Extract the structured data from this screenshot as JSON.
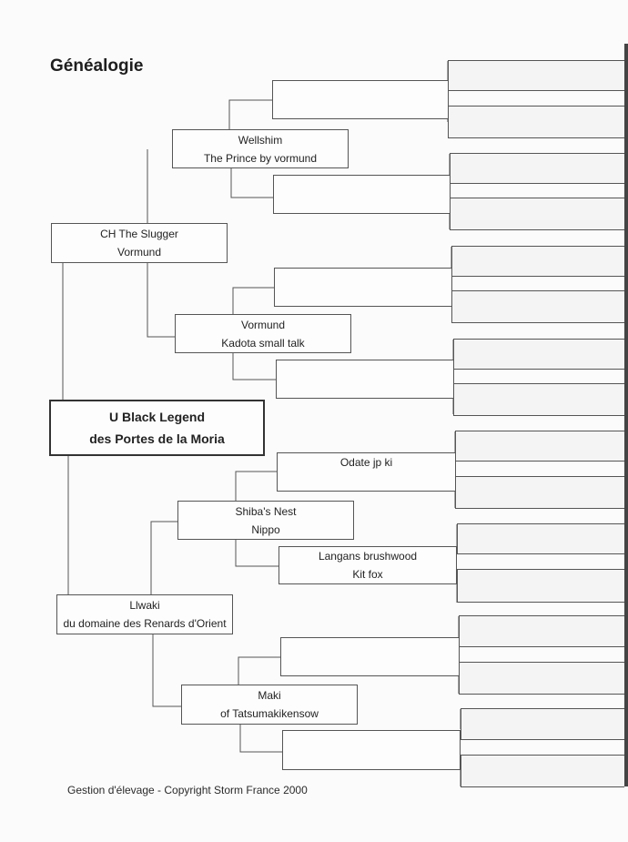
{
  "title": "Généalogie",
  "footer": "Gestion d'élevage  -  Copyright Storm France 2000",
  "subject": {
    "name_line1": "U Black Legend",
    "name_line2": "des Portes de la Moria"
  },
  "parents": {
    "sire": {
      "line1": "CH The Slugger",
      "line2": "Vormund"
    },
    "dam": {
      "line1": "Llwaki",
      "line2": "du domaine des Renards d'Orient"
    }
  },
  "grandparents": {
    "sire_sire": {
      "line1": "Wellshim",
      "line2": "The Prince by vormund"
    },
    "sire_dam": {
      "line1": "Vormund",
      "line2": "Kadota small talk"
    },
    "dam_sire": {
      "line1": "Shiba's Nest",
      "line2": "Nippo"
    },
    "dam_dam": {
      "line1": "Maki",
      "line2": "of Tatsumakikensow"
    }
  },
  "great_grandparents": [
    {
      "line1": "",
      "line2": ""
    },
    {
      "line1": "",
      "line2": ""
    },
    {
      "line1": "",
      "line2": ""
    },
    {
      "line1": "",
      "line2": ""
    },
    {
      "line1": "Odate jp ki",
      "line2": ""
    },
    {
      "line1": "Langans brushwood",
      "line2": "Kit fox"
    },
    {
      "line1": "",
      "line2": ""
    },
    {
      "line1": "",
      "line2": ""
    }
  ]
}
